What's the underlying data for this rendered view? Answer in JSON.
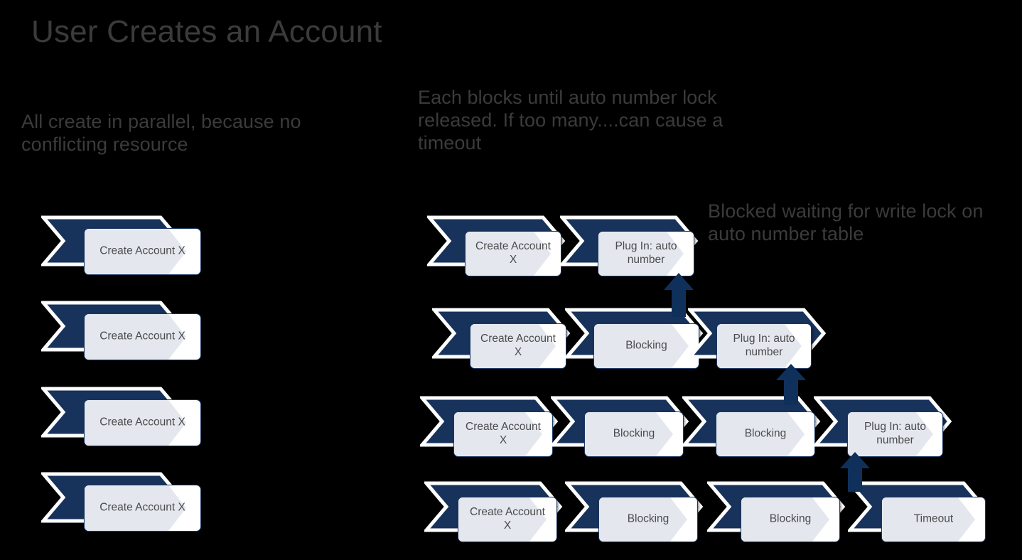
{
  "slide": {
    "title": "User Creates an Account",
    "background_color": "#000000",
    "text_color": "#3b3b3d",
    "accent_navy": "#1b3a63",
    "card_fill": "#ffffff",
    "card_border": "#1d3a63",
    "chevron_fill": "#17325b",
    "chevron_outline": "#ffffff",
    "inner_chevron_fill": "#e4e8ee"
  },
  "notes": {
    "left": "All create in parallel, because no conflicting resource",
    "middle": "Each blocks until auto number lock released. If too many....can cause a timeout",
    "right": "Blocked waiting for write lock on auto number table"
  },
  "left_column": {
    "rows": [
      {
        "label": "Create Account X"
      },
      {
        "label": "Create Account X"
      },
      {
        "label": "Create Account X"
      },
      {
        "label": "Create Account X"
      }
    ]
  },
  "right_column": {
    "rows": [
      {
        "steps": [
          "Create Account\nX",
          "Plug In: auto\nnumber"
        ]
      },
      {
        "steps": [
          "Create Account\nX",
          "Blocking",
          "Plug In: auto\nnumber"
        ]
      },
      {
        "steps": [
          "Create Account\nX",
          "Blocking",
          "Blocking",
          "Plug In: auto\nnumber"
        ]
      },
      {
        "steps": [
          "Create Account\nX",
          "Blocking",
          "Blocking",
          "Timeout"
        ]
      }
    ]
  },
  "arrows": {
    "count": 3,
    "direction": "up",
    "meaning": "blocked waiting for write lock"
  }
}
